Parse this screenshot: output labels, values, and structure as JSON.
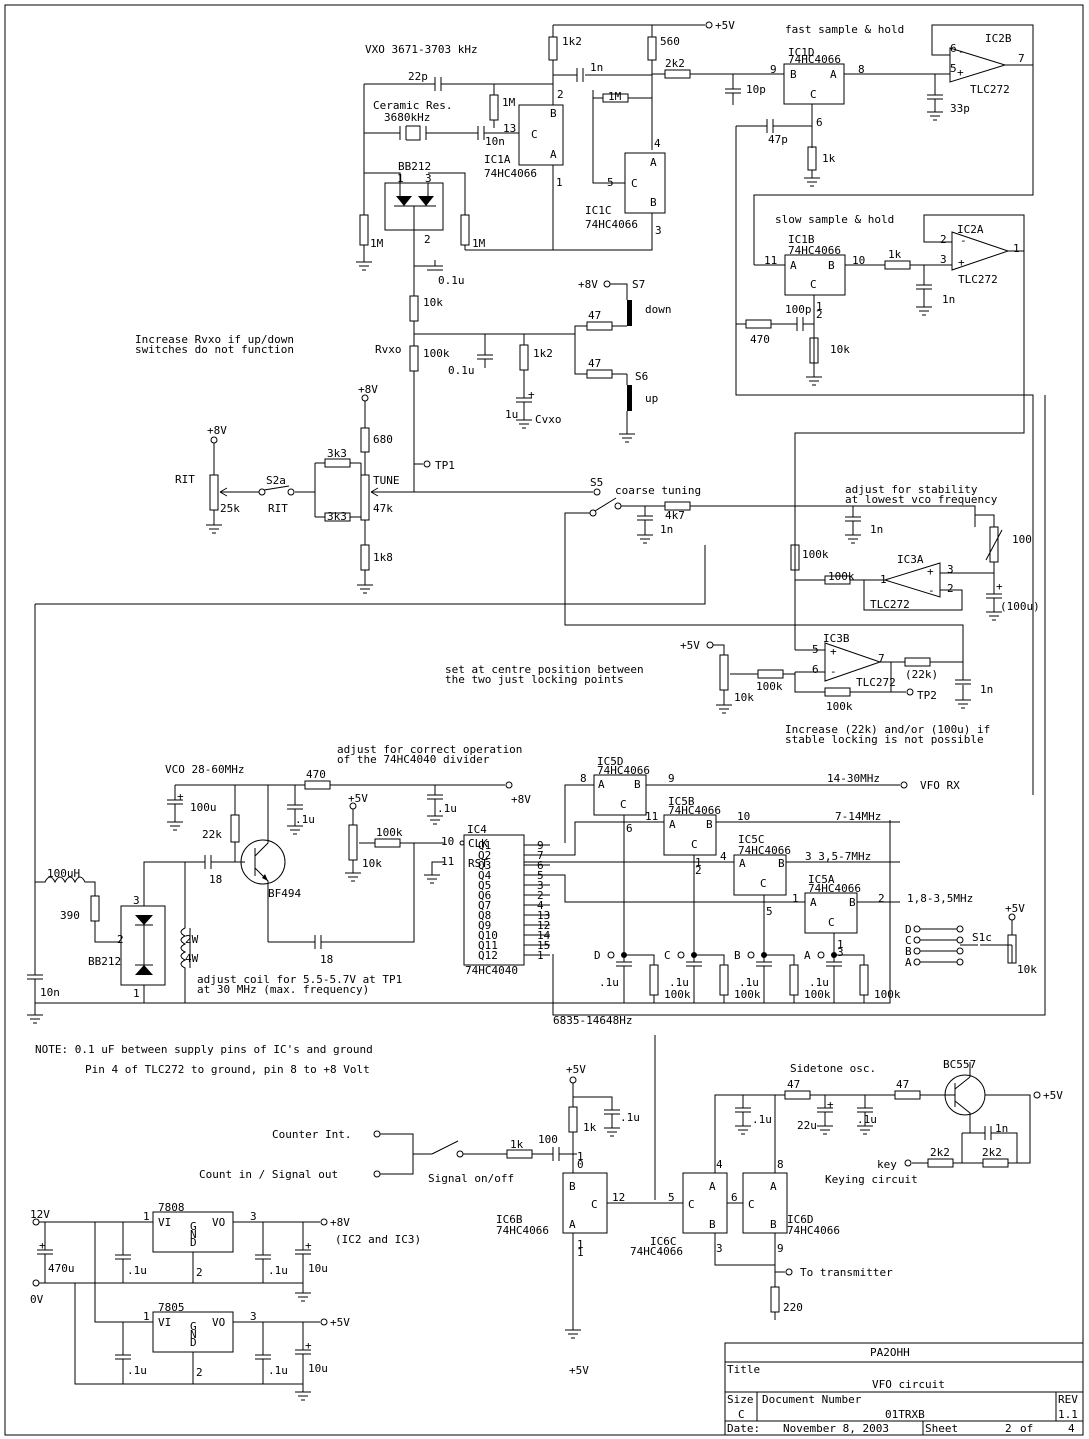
{
  "labels": {
    "vxo_title": "VXO 3671-3703 kHz",
    "fast_sh": "fast sample & hold",
    "slow_sh": "slow sample & hold",
    "ceramic_res": "Ceramic Res.",
    "ceramic_freq": "3680kHz",
    "rvxo_note1": "Increase Rvxo if up/down",
    "rvxo_note2": "switches do not function",
    "rvxo": "Rvxo",
    "cvxo": "Cvxo",
    "tp1": "TP1",
    "tp2": "TP2",
    "tune": "TUNE",
    "rit": "RIT",
    "rit2": "RIT",
    "s2a": "S2a",
    "s5": "S5",
    "s7": "S7",
    "s6": "S6",
    "down": "down",
    "up": "up",
    "coarse": "coarse tuning",
    "adj_stab1": "adjust for stability",
    "adj_stab2": "at lowest vco frequency",
    "centre1": "set at centre position between",
    "centre2": "the two just locking points",
    "incr1": "Increase (22k) and/or (100u) if",
    "incr2": "stable locking is not possible",
    "adj_div1": "adjust for correct operation",
    "adj_div2": "of the 74HC4040 divider",
    "vco": "VCO 28-60MHz",
    "coil1": "adjust coil for 5.5-5.7V at TP1",
    "coil2": "at 30 MHz (max. frequency)",
    "note1": "NOTE: 0.1 uF between supply pins of IC's and ground",
    "note2": "Pin 4 of TLC272 to ground, pin 8 to +8 Volt",
    "counter_int": "Counter Int.",
    "count_in": "Count in / Signal out",
    "signal_onoff": "Signal on/off",
    "sidetone": "Sidetone osc.",
    "key": "key",
    "keying": "Keying circuit",
    "to_tx": "To transmitter",
    "ic2ic3": "(IC2 and IC3)",
    "v12": "12V",
    "v0": "0V",
    "vfo_rx": "VFO RX",
    "band1": "14-30MHz",
    "band2": "7-14MHz",
    "band3": "3 3,5-7MHz",
    "band4": "1,8-3,5MHz",
    "range": "6835-14648Hz",
    "s1c": "S1c"
  },
  "supplies": {
    "p5": "+5V",
    "p8": "+8V"
  },
  "parts": {
    "ic1a": "IC1A",
    "ic1b": "IC1B",
    "ic1c": "IC1C",
    "ic1d": "IC1D",
    "ic2a": "IC2A",
    "ic2b": "IC2B",
    "ic3a": "IC3A",
    "ic3b": "IC3B",
    "ic4": "IC4",
    "ic5a": "IC5A",
    "ic5b": "IC5B",
    "ic5c": "IC5C",
    "ic5d": "IC5D",
    "ic6b": "IC6B",
    "ic6c": "IC6C",
    "ic6d": "IC6D",
    "hc4066": "74HC4066",
    "hc4040": "74HC4040",
    "tlc272": "TLC272",
    "bb212": "BB212",
    "bf494": "BF494",
    "bc557": "BC557",
    "reg7808": "7808",
    "reg7805": "7805",
    "vi": "VI",
    "vo": "VO",
    "gnd": "GND"
  },
  "values": {
    "c22p": "22p",
    "c1n": "1n",
    "c10n": "10n",
    "r1k2": "1k2",
    "r560": "560",
    "r2k2": "2k2",
    "r1m": "1M",
    "c10p": "10p",
    "c33p": "33p",
    "c47p": "47p",
    "r1k": "1k",
    "c0_1u": "0.1u",
    "r10k": "10k",
    "r47": "47",
    "r100k": "100k",
    "c1u": "1u",
    "r680": "680",
    "r3k3": "3k3",
    "r47k": "47k",
    "r1k8": "1k8",
    "r25k": "25k",
    "r4k7": "4k7",
    "r100": "100",
    "c100u": "(100u)",
    "r22k": "(22k)",
    "c100p": "100p",
    "r470": "470",
    "r390": "390",
    "l100uh": "100uH",
    "c100u2": "100u",
    "r22k2": "22k",
    "c_1u": ".1u",
    "c18": "18",
    "w2": "2W",
    "w4": "4W",
    "c10n2": "10n",
    "r220": "220",
    "c22u": "22u",
    "c470u": "470u",
    "c10u": "10u",
    "c100": "100"
  },
  "counter_pins": [
    "Q1",
    "Q2",
    "Q3",
    "Q4",
    "Q5",
    "Q6",
    "Q7",
    "Q8",
    "Q9",
    "Q10",
    "Q11",
    "Q12"
  ],
  "counter_pin_nums": [
    "9",
    "7",
    "6",
    "5",
    "3",
    "2",
    "4",
    "13",
    "12",
    "14",
    "15",
    "1"
  ],
  "s1c_positions": [
    "D",
    "C",
    "B",
    "A"
  ],
  "titleblock": {
    "author": "PA2OHH",
    "title_lbl": "Title",
    "title": "VFO circuit",
    "size_lbl": "Size",
    "size": "C",
    "docnum_lbl": "Document Number",
    "docnum": "01TRXB",
    "rev_lbl": "REV",
    "rev": "1.1",
    "date_lbl": "Date:",
    "date": "November  8, 2003",
    "sheet_lbl": "Sheet",
    "sheet": "2",
    "of_lbl": "of",
    "sheets": "4"
  }
}
